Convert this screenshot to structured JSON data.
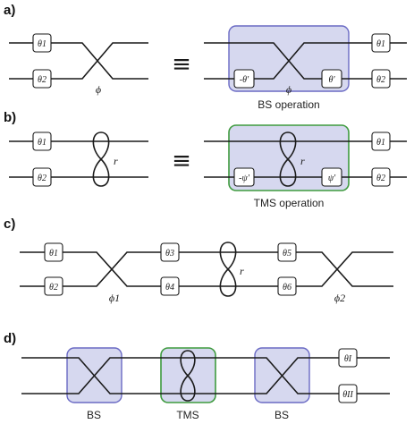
{
  "panels": {
    "a": {
      "label": "a)",
      "gates_left": [
        "θ1",
        "θ2"
      ],
      "phi": "ϕ",
      "equiv": "≡",
      "inner_left": "-θ'",
      "inner_right": "θ'",
      "phi_right": "ϕ",
      "gates_right": [
        "θ1",
        "θ2"
      ],
      "caption": "BS operation"
    },
    "b": {
      "label": "b)",
      "gates_left": [
        "θ1",
        "θ2"
      ],
      "r": "r",
      "equiv": "≡",
      "inner_left": "-ψ'",
      "inner_right": "ψ'",
      "r_right": "r",
      "gates_right": [
        "θ1",
        "θ2"
      ],
      "caption": "TMS operation"
    },
    "c": {
      "label": "c)",
      "gates": [
        "θ1",
        "θ2",
        "θ3",
        "θ4",
        "θ5",
        "θ6"
      ],
      "phi1": "ϕ1",
      "r": "r",
      "phi2": "ϕ2"
    },
    "d": {
      "label": "d)",
      "gates": [
        "θI",
        "θII"
      ],
      "captions": [
        "BS",
        "TMS",
        "BS"
      ]
    }
  }
}
